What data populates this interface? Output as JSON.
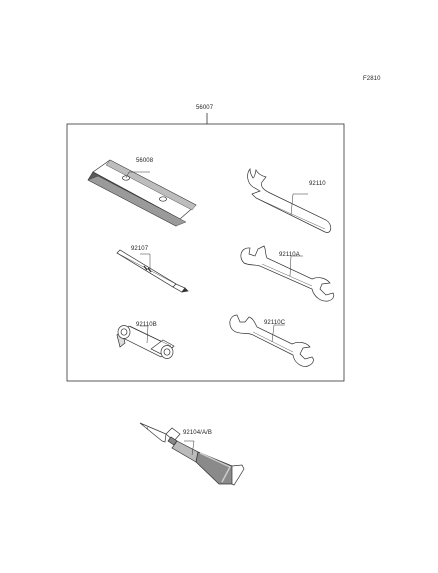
{
  "figure": {
    "code": "F2810",
    "kit_part": "56007"
  },
  "parts": [
    {
      "id": "tool-bag",
      "number": "56008"
    },
    {
      "id": "hook-spanner",
      "number": "92110"
    },
    {
      "id": "screwdriver",
      "number": "92107"
    },
    {
      "id": "wrench-a",
      "number": "92110A"
    },
    {
      "id": "socket-wrench",
      "number": "92110B"
    },
    {
      "id": "wrench-c",
      "number": "92110C"
    },
    {
      "id": "sealant-tube",
      "number": "92104/A/B"
    }
  ],
  "colors": {
    "line": "#333333",
    "shade": "#9a9a9a",
    "dark": "#3a3a3a"
  }
}
